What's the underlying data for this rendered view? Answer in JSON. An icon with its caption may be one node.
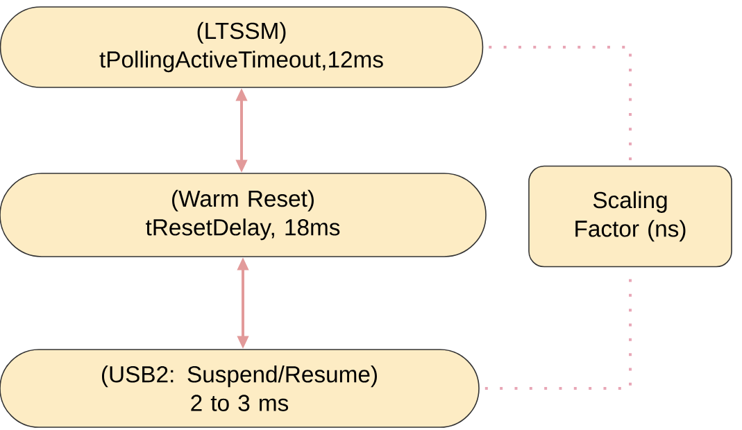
{
  "diagram": {
    "nodes": [
      {
        "text": [
          "(LTSSM)",
          "tPollingActiveTimeout,12ms"
        ]
      },
      {
        "text": [
          "(Warm Reset)",
          "tResetDelay, 18ms"
        ]
      },
      {
        "text": [
          "(USB2: Suspend/Resume)",
          "2 to 3 ms"
        ]
      },
      {
        "text": [
          "Scaling Factor (ns)"
        ]
      }
    ],
    "edges": [
      {
        "from": 0,
        "to": 1,
        "arrow": "both",
        "color": "#e29a9a"
      },
      {
        "from": 1,
        "to": 2,
        "arrow": "both",
        "color": "#e29a9a"
      },
      {
        "from": 0,
        "to": 3,
        "arrow": "none",
        "style": "dashed",
        "color": "#e8a6b6"
      },
      {
        "from": 2,
        "to": 3,
        "arrow": "none",
        "style": "dashed",
        "color": "#e8a6b6"
      }
    ]
  }
}
